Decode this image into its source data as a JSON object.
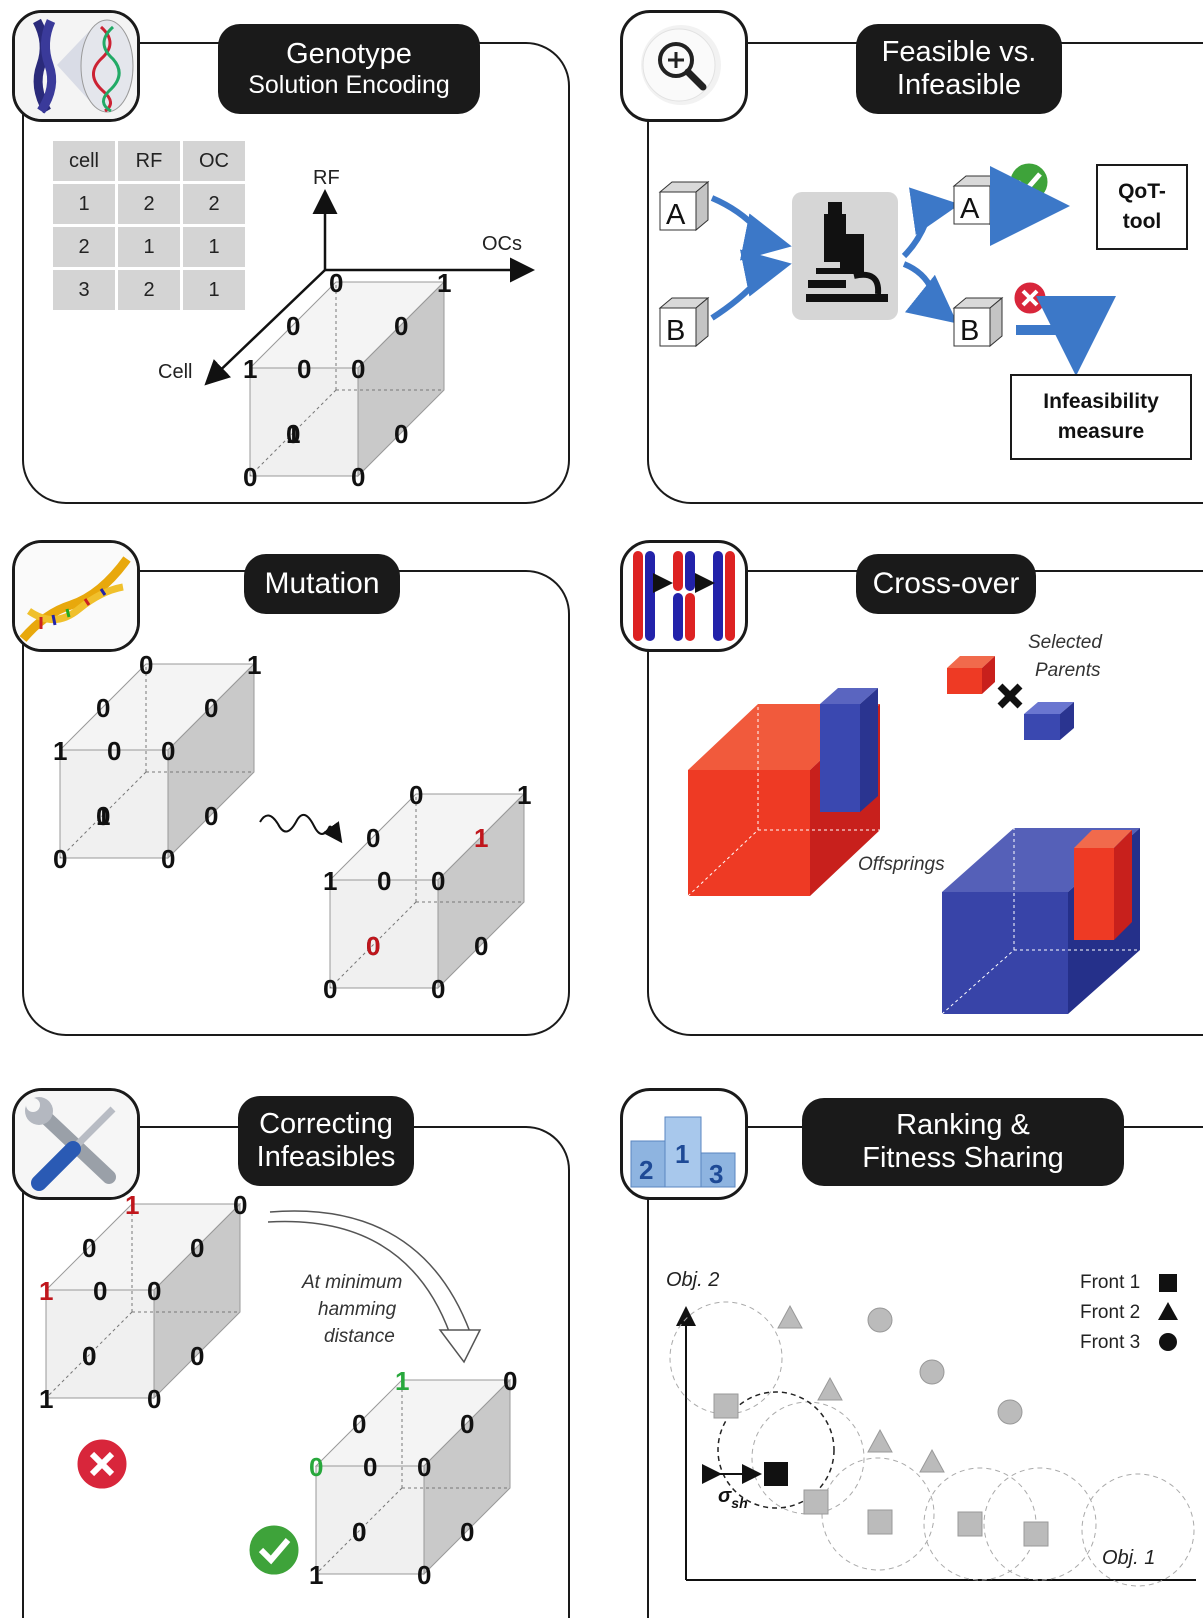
{
  "panels": {
    "genotype": {
      "title_line1": "Genotype",
      "title_line2": "Solution Encoding",
      "table": {
        "headers": [
          "cell",
          "RF",
          "OC"
        ],
        "rows": [
          [
            "1",
            "2",
            "2"
          ],
          [
            "2",
            "1",
            "1"
          ],
          [
            "3",
            "2",
            "1"
          ]
        ]
      },
      "axis_rf": "RF",
      "axis_ocs": "OCs",
      "axis_cell": "Cell",
      "cube_values": [
        "0",
        "1",
        "0",
        "0",
        "1",
        "0",
        "0",
        "0",
        "1",
        "0",
        "0",
        "0"
      ]
    },
    "feasible": {
      "title_line1": "Feasible vs.",
      "title_line2": "Infeasible",
      "box_a": "A",
      "box_b": "B",
      "qot_line1": "QoT-",
      "qot_line2": "tool",
      "infeas_line1": "Infeasibility",
      "infeas_line2": "measure"
    },
    "mutation": {
      "title": "Mutation",
      "cube_before": [
        "0",
        "1",
        "0",
        "0",
        "1",
        "0",
        "0",
        "0",
        "1",
        "0",
        "0",
        "0"
      ],
      "cube_after": [
        "0",
        "1",
        "0",
        "1",
        "1",
        "0",
        "0",
        "0",
        "0",
        "0",
        "0",
        "0"
      ]
    },
    "crossover": {
      "title": "Cross-over",
      "selected_line1": "Selected",
      "selected_line2": "Parents",
      "offsprings": "Offsprings",
      "colors": {
        "red": "#e8321e",
        "blue": "#2e3a9a"
      }
    },
    "correcting": {
      "title_line1": "Correcting",
      "title_line2": "Infeasibles",
      "note_line1": "At minimum",
      "note_line2": "hamming",
      "note_line3": "distance",
      "cube_bad": [
        "1",
        "0",
        "0",
        "0",
        "1",
        "0",
        "0",
        "0",
        "0",
        "0",
        "1",
        "0"
      ],
      "cube_good": [
        "1",
        "0",
        "0",
        "0",
        "0",
        "0",
        "0",
        "0",
        "0",
        "0",
        "1",
        "0"
      ]
    },
    "ranking": {
      "title_line1": "Ranking &",
      "title_line2": "Fitness Sharing",
      "obj2": "Obj. 2",
      "obj1": "Obj. 1",
      "sigma": "σ",
      "sigma_sub": "sh",
      "legend": [
        {
          "label": "Front 1",
          "symbol": "square"
        },
        {
          "label": "Front 2",
          "symbol": "triangle"
        },
        {
          "label": "Front 3",
          "symbol": "circle"
        }
      ],
      "podium": [
        "2",
        "1",
        "3"
      ]
    }
  }
}
